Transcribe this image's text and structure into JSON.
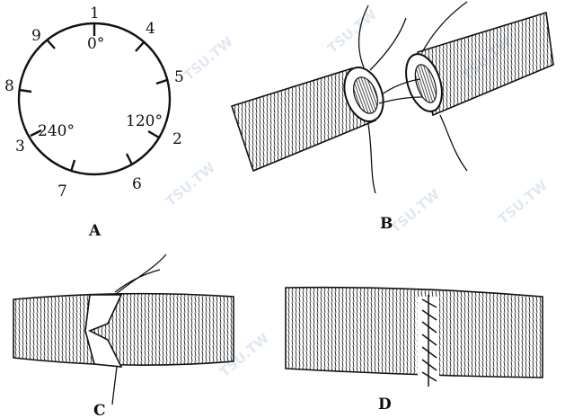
{
  "panels": [
    {
      "id": "A",
      "label": "A"
    },
    {
      "id": "B",
      "label": "B"
    },
    {
      "id": "C",
      "label": "C"
    },
    {
      "id": "D",
      "label": "D"
    }
  ],
  "dial": {
    "ticks": [
      "1",
      "4",
      "5",
      "2",
      "6",
      "7",
      "3",
      "8",
      "9"
    ],
    "angles": [
      "0°",
      "120°",
      "240°"
    ]
  },
  "watermark": {
    "text": "TSU.TW",
    "color": "#c9d6e6"
  }
}
